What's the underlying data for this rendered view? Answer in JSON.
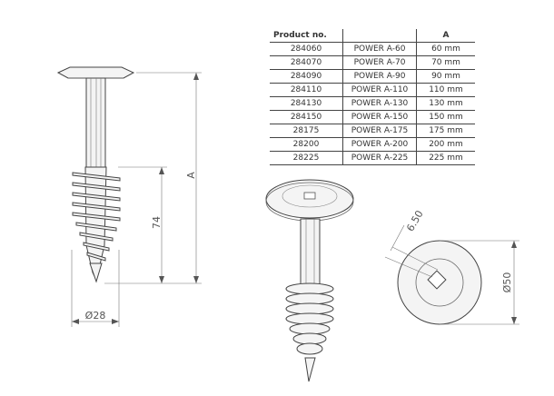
{
  "table": {
    "headers": [
      "Product no.",
      "",
      "A"
    ],
    "rows": [
      [
        "284060",
        "POWER A-60",
        "60 mm"
      ],
      [
        "284070",
        "POWER A-70",
        "70 mm"
      ],
      [
        "284090",
        "POWER A-90",
        "90 mm"
      ],
      [
        "284110",
        "POWER A-110",
        "110 mm"
      ],
      [
        "284130",
        "POWER A-130",
        "130 mm"
      ],
      [
        "284150",
        "POWER A-150",
        "150 mm"
      ],
      [
        "28175",
        "POWER A-175",
        "175 mm"
      ],
      [
        "28200",
        "POWER A-200",
        "200 mm"
      ],
      [
        "28225",
        "POWER A-225",
        "225 mm"
      ]
    ]
  },
  "dimensions": {
    "length_a": "A",
    "thread_length": "74",
    "thread_diameter": "Ø28",
    "socket_size": "6.50",
    "head_diameter": "Ø50"
  }
}
